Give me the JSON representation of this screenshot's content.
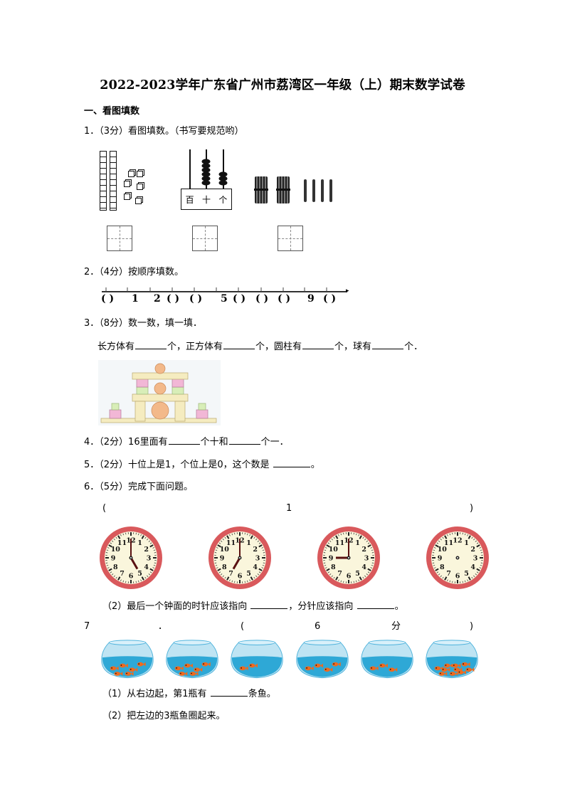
{
  "title": "2022-2023学年广东省广州市荔湾区一年级（上）期末数学试卷",
  "section1": "一、看图填数",
  "q1": {
    "label": "1．（3分）看图填数。（书写要规范哟）",
    "pictures": {
      "blocks": {
        "ten_rods": 2,
        "unit_cubes": 6
      },
      "abacus": {
        "place_labels": [
          "百",
          "十",
          "个"
        ],
        "beads": [
          0,
          6,
          3
        ]
      },
      "sticks": {
        "bundles_of_ten": 2,
        "single_sticks": 4
      }
    }
  },
  "q2": {
    "label": "2．（4分）按顺序填数。",
    "number_line": [
      "(  )",
      "1",
      "2",
      "(  )",
      "(  )",
      "5",
      "(  )",
      "(  )",
      "(  )",
      "9",
      "(  )"
    ]
  },
  "q3": {
    "label": "3．（8分）数一数，填一填．",
    "parts": [
      "长方体有",
      "个，正方体有",
      "个，圆柱有",
      "个，球有",
      "个．"
    ]
  },
  "q4": {
    "parts": [
      "4．（2分）16里面有",
      "个十和",
      "个一．"
    ]
  },
  "q5": {
    "parts": [
      "5．（2分）十位上是1，个位上是0，这个数是",
      "。"
    ]
  },
  "q6": {
    "label": "6．（5分）完成下面问题。",
    "sub1_fragments": [
      "(",
      "1",
      ")"
    ],
    "clocks": [
      {
        "hour": 5,
        "minute": 0,
        "hands": true
      },
      {
        "hour": 7,
        "minute": 0,
        "hands": true
      },
      {
        "hour": 9,
        "minute": 0,
        "hands": true
      },
      {
        "hour": null,
        "minute": null,
        "hands": false
      }
    ],
    "sub2_parts": [
      "（2）最后一个钟面的时针应该指向",
      "，分针应该指向",
      "。"
    ]
  },
  "q7": {
    "fragments": [
      "7",
      "．",
      "(",
      "6",
      "分",
      ")"
    ],
    "fish_counts": [
      6,
      6,
      2,
      4,
      3,
      10
    ],
    "sub1_parts": [
      "（1）从右边起，第1瓶有",
      "条鱼。"
    ],
    "sub2": "（2）把左边的3瓶鱼圈起来。"
  },
  "colors": {
    "clock_rim": "#d9595c",
    "clock_face": "#faf6dc",
    "bowl_water": "#2ea8d6",
    "fish": "#f06a1e",
    "block_cream": "#f5ecc0",
    "block_pink": "#f2b7d6",
    "block_green": "#d8eeb8",
    "ball": "#f3b98a"
  }
}
